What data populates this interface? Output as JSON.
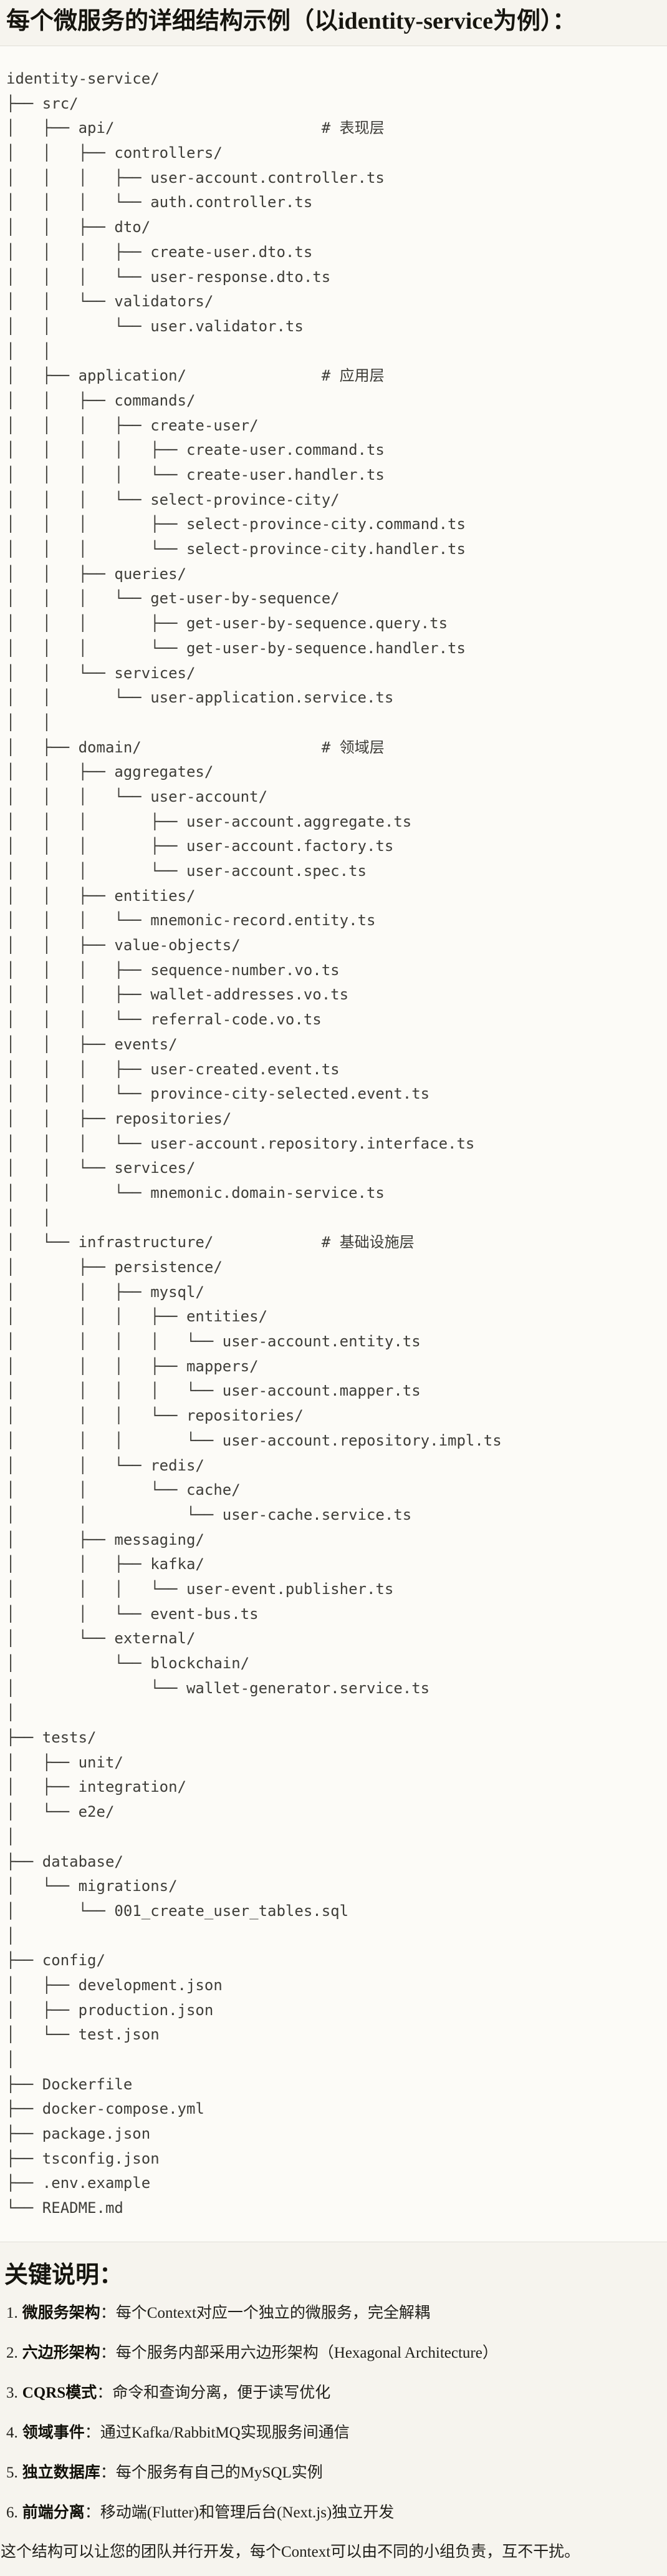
{
  "title": "每个微服务的详细结构示例（以identity-service为例）：",
  "tree": {
    "lines": [
      "identity-service/",
      "├── src/",
      "│   ├── api/                       # 表现层",
      "│   │   ├── controllers/",
      "│   │   │   ├── user-account.controller.ts",
      "│   │   │   └── auth.controller.ts",
      "│   │   ├── dto/",
      "│   │   │   ├── create-user.dto.ts",
      "│   │   │   └── user-response.dto.ts",
      "│   │   └── validators/",
      "│   │       └── user.validator.ts",
      "│   │",
      "│   ├── application/               # 应用层",
      "│   │   ├── commands/",
      "│   │   │   ├── create-user/",
      "│   │   │   │   ├── create-user.command.ts",
      "│   │   │   │   └── create-user.handler.ts",
      "│   │   │   └── select-province-city/",
      "│   │   │       ├── select-province-city.command.ts",
      "│   │   │       └── select-province-city.handler.ts",
      "│   │   ├── queries/",
      "│   │   │   └── get-user-by-sequence/",
      "│   │   │       ├── get-user-by-sequence.query.ts",
      "│   │   │       └── get-user-by-sequence.handler.ts",
      "│   │   └── services/",
      "│   │       └── user-application.service.ts",
      "│   │",
      "│   ├── domain/                    # 领域层",
      "│   │   ├── aggregates/",
      "│   │   │   └── user-account/",
      "│   │   │       ├── user-account.aggregate.ts",
      "│   │   │       ├── user-account.factory.ts",
      "│   │   │       └── user-account.spec.ts",
      "│   │   ├── entities/",
      "│   │   │   └── mnemonic-record.entity.ts",
      "│   │   ├── value-objects/",
      "│   │   │   ├── sequence-number.vo.ts",
      "│   │   │   ├── wallet-addresses.vo.ts",
      "│   │   │   └── referral-code.vo.ts",
      "│   │   ├── events/",
      "│   │   │   ├── user-created.event.ts",
      "│   │   │   └── province-city-selected.event.ts",
      "│   │   ├── repositories/",
      "│   │   │   └── user-account.repository.interface.ts",
      "│   │   └── services/",
      "│   │       └── mnemonic.domain-service.ts",
      "│   │",
      "│   └── infrastructure/            # 基础设施层",
      "│       ├── persistence/",
      "│       │   ├── mysql/",
      "│       │   │   ├── entities/",
      "│       │   │   │   └── user-account.entity.ts",
      "│       │   │   ├── mappers/",
      "│       │   │   │   └── user-account.mapper.ts",
      "│       │   │   └── repositories/",
      "│       │   │       └── user-account.repository.impl.ts",
      "│       │   └── redis/",
      "│       │       └── cache/",
      "│       │           └── user-cache.service.ts",
      "│       ├── messaging/",
      "│       │   ├── kafka/",
      "│       │   │   └── user-event.publisher.ts",
      "│       │   └── event-bus.ts",
      "│       └── external/",
      "│           └── blockchain/",
      "│               └── wallet-generator.service.ts",
      "│",
      "├── tests/",
      "│   ├── unit/",
      "│   ├── integration/",
      "│   └── e2e/",
      "│",
      "├── database/",
      "│   └── migrations/",
      "│       └── 001_create_user_tables.sql",
      "│",
      "├── config/",
      "│   ├── development.json",
      "│   ├── production.json",
      "│   └── test.json",
      "│",
      "├── Dockerfile",
      "├── docker-compose.yml",
      "├── package.json",
      "├── tsconfig.json",
      "├── .env.example",
      "└── README.md"
    ]
  },
  "notes": {
    "heading": "关键说明：",
    "items": [
      {
        "num": "1.",
        "label": "微服务架构",
        "text": "：每个Context对应一个独立的微服务，完全解耦"
      },
      {
        "num": "2.",
        "label": "六边形架构",
        "text": "：每个服务内部采用六边形架构（Hexagonal Architecture）"
      },
      {
        "num": "3.",
        "label": "CQRS模式",
        "text": "：命令和查询分离，便于读写优化"
      },
      {
        "num": "4.",
        "label": "领域事件",
        "text": "：通过Kafka/RabbitMQ实现服务间通信"
      },
      {
        "num": "5.",
        "label": "独立数据库",
        "text": "：每个服务有自己的MySQL实例"
      },
      {
        "num": "6.",
        "label": "前端分离",
        "text": "：移动端(Flutter)和管理后台(Next.js)独立开发"
      }
    ],
    "footer": "这个结构可以让您的团队并行开发，每个Context可以由不同的小组负责，互不干扰。"
  },
  "colors": {
    "page_background": "#f6f4ee",
    "code_background": "#fcfbf7",
    "code_border": "#e2e0d8",
    "code_text": "#3e3d38",
    "heading_text": "#16150f",
    "body_text": "#21201b"
  }
}
